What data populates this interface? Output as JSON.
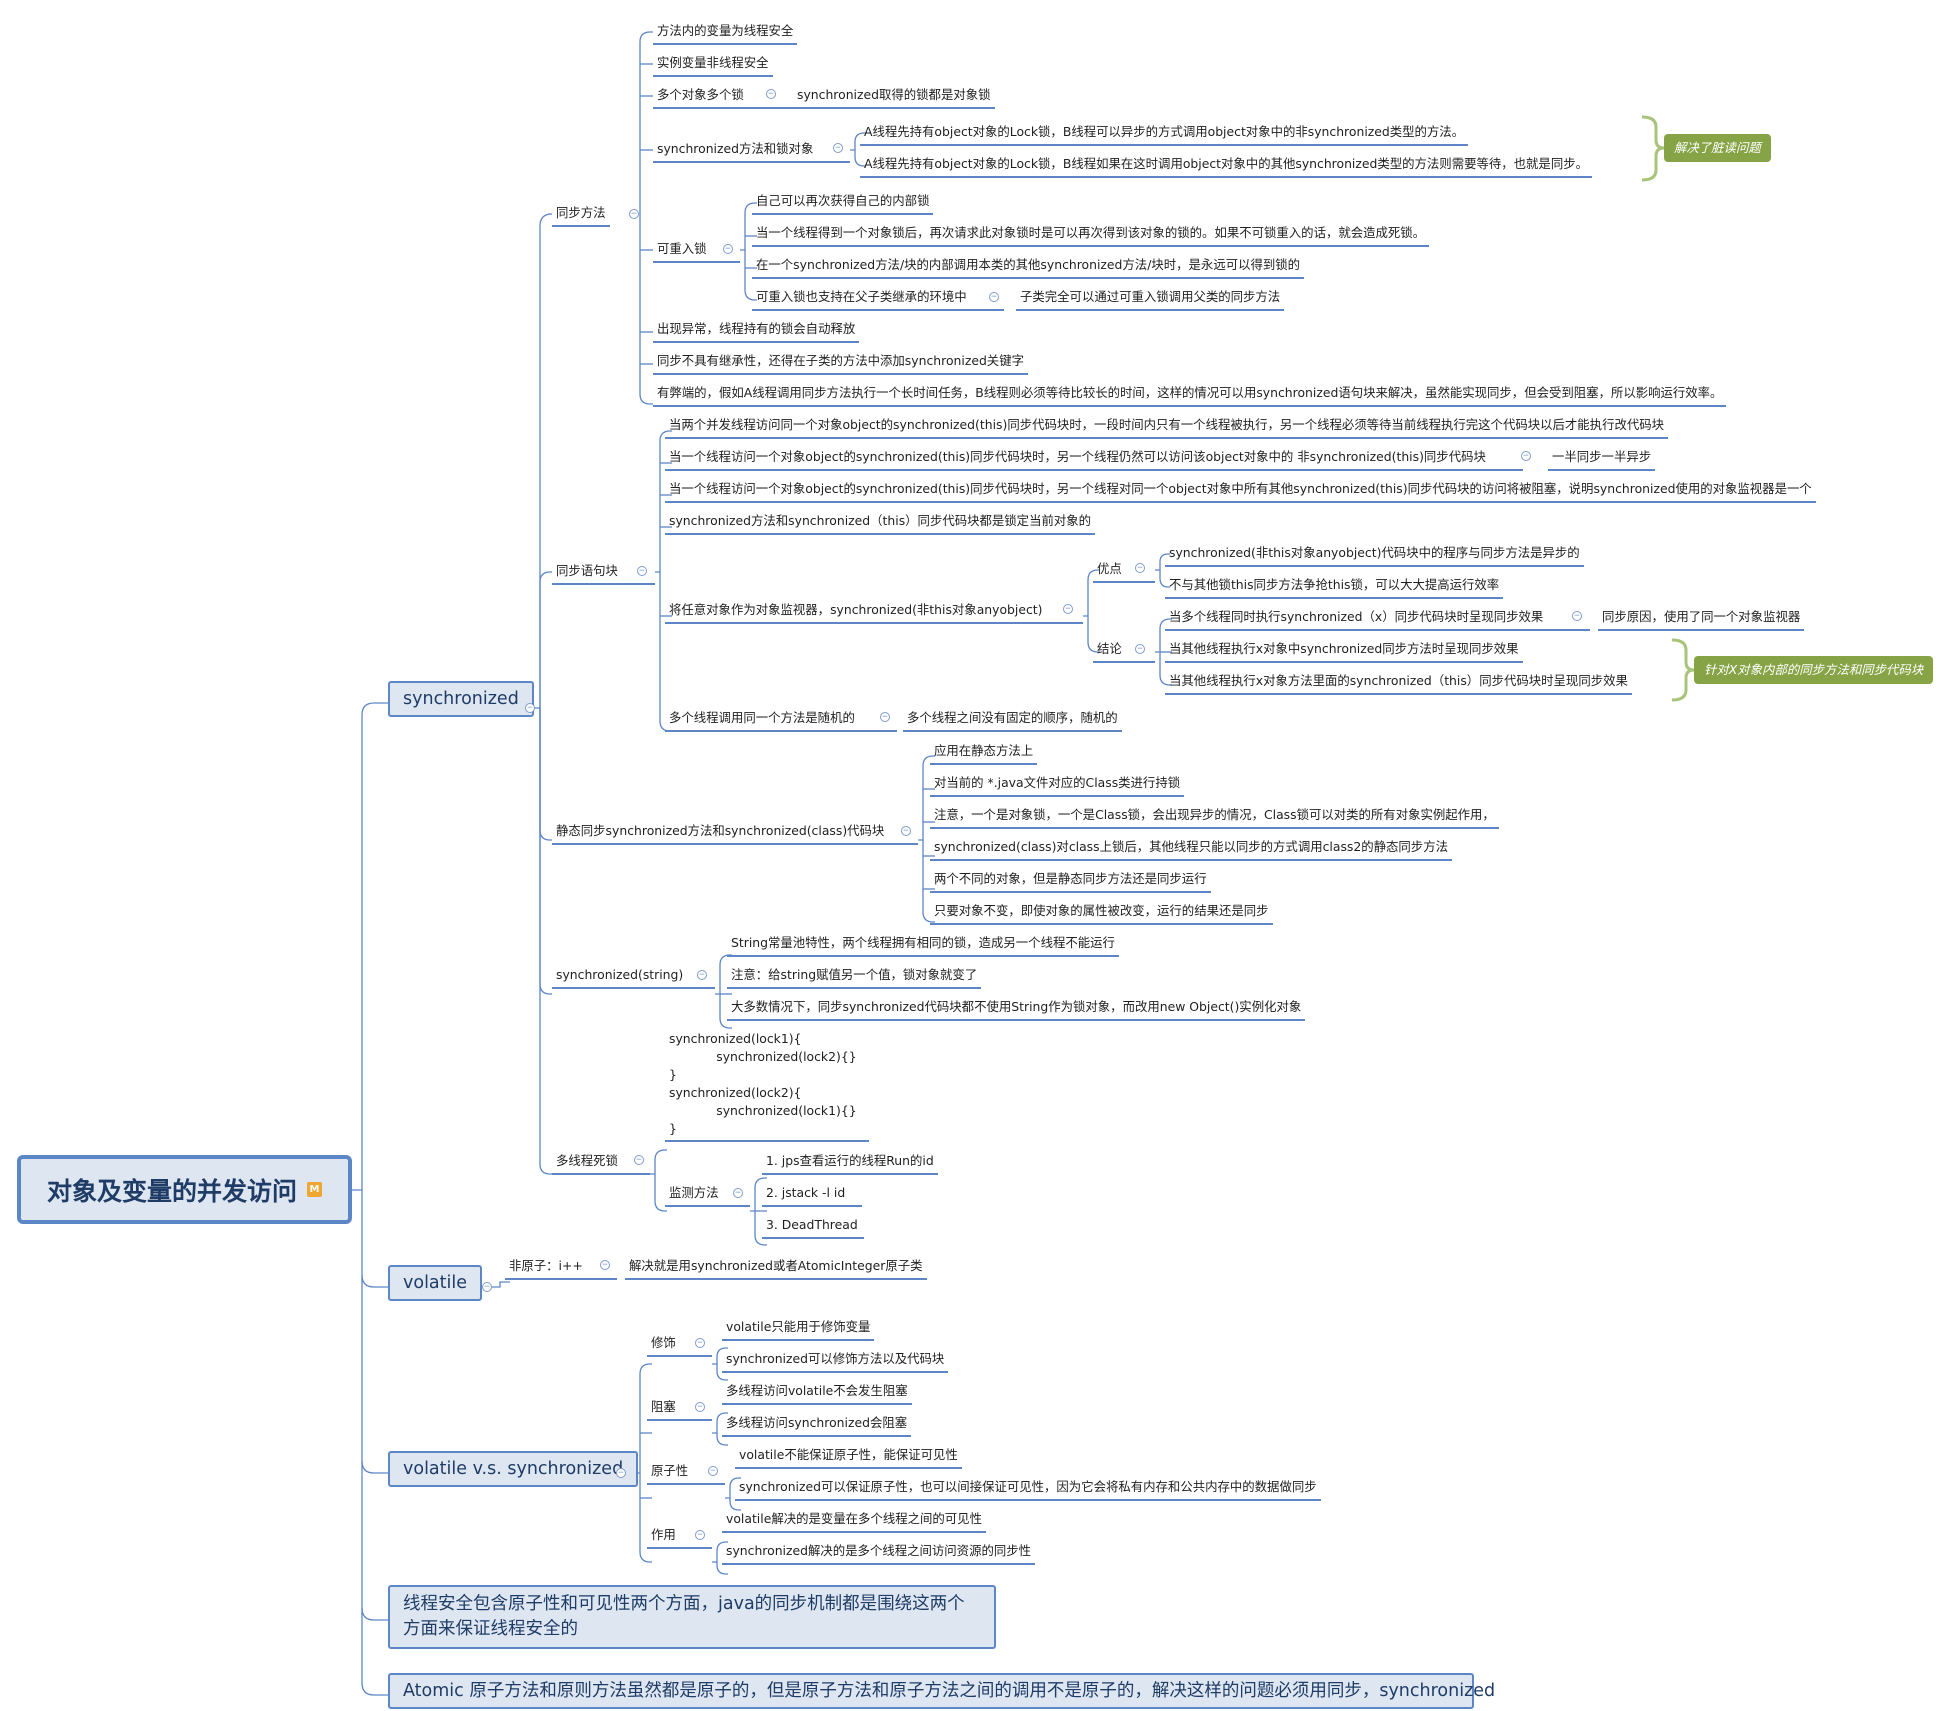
{
  "root": {
    "title": "对象及变量的并发访问",
    "tag": "M"
  },
  "level1": {
    "sync": "synchronized",
    "volatile": "volatile",
    "vs": "volatile v.s. synchronized",
    "safety": "线程安全包含原子性和可见性两个方面，java的同步机制都是围绕这两个方面来保证线程安全的",
    "atomic": "Atomic 原子方法和原则方法虽然都是原子的，但是原子方法和原子方法之间的调用不是原子的，解决这样的问题必须用同步，synchronized"
  },
  "sync_method": {
    "label": "同步方法",
    "local_var": "方法内的变量为线程安全",
    "instance_var": "实例变量非线程安全",
    "multi_obj": "多个对象多个锁",
    "multi_obj_child": "synchronized取得的锁都是对象锁",
    "method_lock": "synchronized方法和锁对象",
    "method_lock_a": "A线程先持有object对象的Lock锁，B线程可以异步的方式调用object对象中的非synchronized类型的方法。",
    "method_lock_b": "A线程先持有object对象的Lock锁，B线程如果在这时调用object对象中的其他synchronized类型的方法则需要等待，也就是同步。",
    "dirty_read_note": "解决了脏读问题",
    "reentrant": "可重入锁",
    "reentrant_1": "自己可以再次获得自己的内部锁",
    "reentrant_2": "当一个线程得到一个对象锁后，再次请求此对象锁时是可以再次得到该对象的锁的。如果不可锁重入的话，就会造成死锁。",
    "reentrant_3": "在一个synchronized方法/块的内部调用本类的其他synchronized方法/块时，是永远可以得到锁的",
    "reentrant_4": "可重入锁也支持在父子类继承的环境中",
    "reentrant_4_child": "子类完全可以通过可重入锁调用父类的同步方法",
    "exception": "出现异常，线程持有的锁会自动释放",
    "no_inherit": "同步不具有继承性，还得在子类的方法中添加synchronized关键字",
    "drawback": "有弊端的，假如A线程调用同步方法执行一个长时间任务，B线程则必须等待比较长的时间，这样的情况可以用synchronized语句块来解决，虽然能实现同步，但会受到阻塞，所以影响运行效率。"
  },
  "sync_block": {
    "label": "同步语句块",
    "b1": "当两个并发线程访问同一个对象object的synchronized(this)同步代码块时，一段时间内只有一个线程被执行，另一个线程必须等待当前线程执行完这个代码块以后才能执行改代码块",
    "b2": "当一个线程访问一个对象object的synchronized(this)同步代码块时，另一个线程仍然可以访问该object对象中的 非synchronized(this)同步代码块",
    "b2_child": "一半同步一半异步",
    "b3": "当一个线程访问一个对象object的synchronized(this)同步代码块时，另一个线程对同一个object对象中所有其他synchronized(this)同步代码块的访问将被阻塞，说明synchronized使用的对象监视器是一个",
    "b4": "synchronized方法和synchronized（this）同步代码块都是锁定当前对象的",
    "b5": "将任意对象作为对象监视器，synchronized(非this对象anyobject)",
    "pros": "优点",
    "pros_1": "synchronized(非this对象anyobject)代码块中的程序与同步方法是异步的",
    "pros_2": "不与其他锁this同步方法争抢this锁，可以大大提高运行效率",
    "conclusion": "结论",
    "conc_1": "当多个线程同时执行synchronized（x）同步代码块时呈现同步效果",
    "conc_1_child": "同步原因，使用了同一个对象监视器",
    "conc_2": "当其他线程执行x对象中synchronized同步方法时呈现同步效果",
    "conc_3": "当其他线程执行x对象方法里面的synchronized（this）同步代码块时呈现同步效果",
    "conc_note": "针对X对象内部的同步方法和同步代码块",
    "b6": "多个线程调用同一个方法是随机的",
    "b6_child": "多个线程之间没有固定的顺序，随机的"
  },
  "static_sync": {
    "label": "静态同步synchronized方法和synchronized(class)代码块",
    "s1": "应用在静态方法上",
    "s2": "对当前的 *.java文件对应的Class类进行持锁",
    "s3": "注意，一个是对象锁，一个是Class锁，会出现异步的情况，Class锁可以对类的所有对象实例起作用，",
    "s4": "synchronized(class)对class上锁后，其他线程只能以同步的方式调用class2的静态同步方法",
    "s5": "两个不同的对象，但是静态同步方法还是同步运行",
    "s6": "只要对象不变，即使对象的属性被改变，运行的结果还是同步"
  },
  "sync_string": {
    "label": "synchronized(string)",
    "s1": "String常量池特性，两个线程拥有相同的锁，造成另一个线程不能运行",
    "s2": "注意：给string赋值另一个值，锁对象就变了",
    "s3": "大多数情况下，同步synchronized代码块都不使用String作为锁对象，而改用new Object()实例化对象"
  },
  "deadlock": {
    "label": "多线程死锁",
    "code": "synchronized(lock1){\n            synchronized(lock2){}\n}\nsynchronized(lock2){\n            synchronized(lock1){}\n}",
    "monitor": "监测方法",
    "m1": "1. jps查看运行的线程Run的id",
    "m2": "2. jstack -l id",
    "m3": "3. DeadThread"
  },
  "volatile_branch": {
    "non_atomic": "非原子：i++",
    "solution": "解决就是用synchronized或者AtomicInteger原子类"
  },
  "vs_branch": {
    "modifier": "修饰",
    "modifier_1": "volatile只能用于修饰变量",
    "modifier_2": "synchronized可以修饰方法以及代码块",
    "block": "阻塞",
    "block_1": "多线程访问volatile不会发生阻塞",
    "block_2": "多线程访问synchronized会阻塞",
    "atomicity": "原子性",
    "atomicity_1": "volatile不能保证原子性，能保证可见性",
    "atomicity_2": "synchronized可以保证原子性，也可以间接保证可见性，因为它会将私有内存和公共内存中的数据做同步",
    "effect": "作用",
    "effect_1": "volatile解决的是变量在多个线程之间的可见性",
    "effect_2": "synchronized解决的是多个线程之间访问资源的同步性"
  },
  "colors": {
    "line": "#5d86c7",
    "node_fill": "#dde6f1",
    "note": "#86a446",
    "bracket": "#a8c47a"
  }
}
